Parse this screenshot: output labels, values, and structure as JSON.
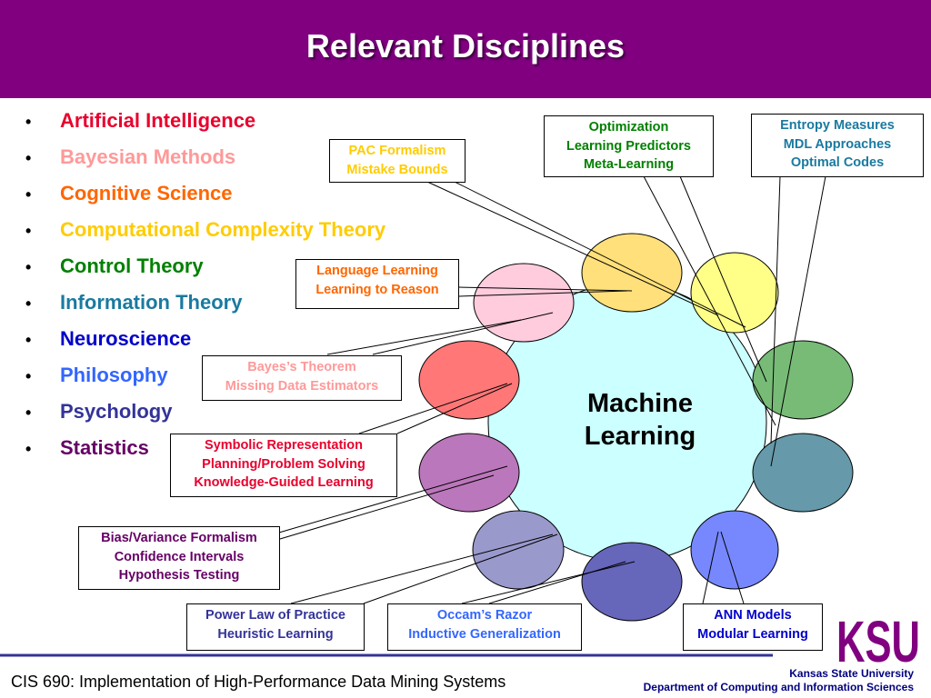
{
  "title": "Relevant Disciplines",
  "disciplines": [
    {
      "label": "Artificial Intelligence",
      "color": "#e8002d"
    },
    {
      "label": "Bayesian Methods",
      "color": "#ff9999"
    },
    {
      "label": "Cognitive Science",
      "color": "#ff6600"
    },
    {
      "label": "Computational Complexity Theory",
      "color": "#ffcc00"
    },
    {
      "label": "Control Theory",
      "color": "#008000"
    },
    {
      "label": "Information Theory",
      "color": "#1a7aa0"
    },
    {
      "label": "Neuroscience",
      "color": "#0000cc"
    },
    {
      "label": "Philosophy",
      "color": "#3366ff"
    },
    {
      "label": "Psychology",
      "color": "#333399"
    },
    {
      "label": "Statistics",
      "color": "#660066"
    }
  ],
  "center": {
    "line1": "Machine",
    "line2": "Learning"
  },
  "boxes": {
    "pac": {
      "lines": [
        "PAC Formalism",
        "Mistake Bounds"
      ],
      "color": "#ffcc00"
    },
    "optimization": {
      "lines": [
        "Optimization",
        "Learning Predictors",
        "Meta-Learning"
      ],
      "color": "#008000"
    },
    "entropy": {
      "lines": [
        "Entropy Measures",
        "MDL Approaches",
        "Optimal Codes"
      ],
      "color": "#1a7aa0"
    },
    "language": {
      "lines": [
        "Language Learning",
        "Learning to Reason"
      ],
      "color": "#ff6600"
    },
    "bayes": {
      "lines": [
        "Bayes’s Theorem",
        "Missing Data Estimators"
      ],
      "color": "#ff9999"
    },
    "symbolic": {
      "lines": [
        "Symbolic Representation",
        "Planning/Problem Solving",
        "Knowledge-Guided Learning"
      ],
      "color": "#e8002d"
    },
    "bias": {
      "lines": [
        "Bias/Variance Formalism",
        "Confidence Intervals",
        "Hypothesis Testing"
      ],
      "color": "#660066"
    },
    "power": {
      "lines": [
        "Power Law of Practice",
        "Heuristic Learning"
      ],
      "color": "#333399"
    },
    "occam": {
      "lines": [
        "Occam’s Razor",
        "Inductive Generalization"
      ],
      "color": "#3366ff"
    },
    "ann": {
      "lines": [
        "ANN Models",
        "Modular Learning"
      ],
      "color": "#0000cc"
    }
  },
  "footer": {
    "course": "CIS 690: Implementation of High-Performance Data Mining Systems",
    "university": "Kansas State University",
    "department": "Department of Computing and Information Sciences",
    "logo": "KSU"
  },
  "colors": {
    "title_bar": "#800080",
    "center_circle": "#ccffff",
    "footer_rule": "#333399",
    "logo": "#800080"
  }
}
